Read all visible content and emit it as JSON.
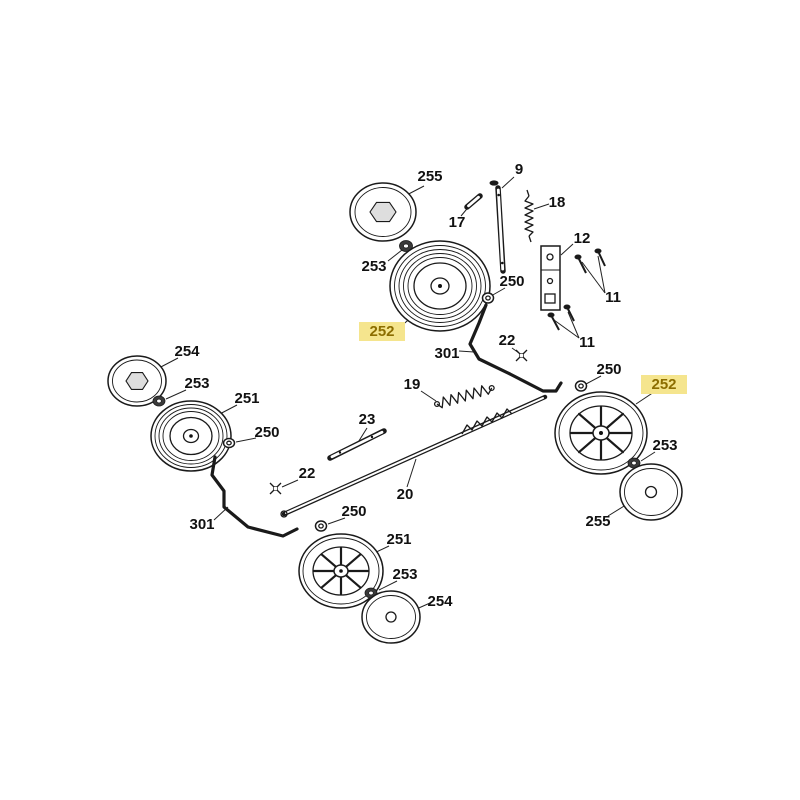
{
  "diagram": {
    "kind": "exploded-parts-diagram",
    "subject": "wheel and axle assembly",
    "background": "#ffffff",
    "line_color": "#1a1a1a",
    "highlight": {
      "bg": "#f5e58e",
      "text": "#8c6d00"
    },
    "labels": [
      {
        "part": "hubcap-top",
        "text": "255",
        "highlighted": false
      },
      {
        "part": "pin-rod",
        "text": "9",
        "highlighted": false
      },
      {
        "part": "small-pin",
        "text": "17",
        "highlighted": false
      },
      {
        "part": "spring-vertical",
        "text": "18",
        "highlighted": false
      },
      {
        "part": "nut-top",
        "text": "253",
        "highlighted": false
      },
      {
        "part": "bracket-plate",
        "text": "12",
        "highlighted": false
      },
      {
        "part": "washer-top",
        "text": "250",
        "highlighted": false
      },
      {
        "part": "screws-upper",
        "text": "11",
        "highlighted": false
      },
      {
        "part": "ribbed-wheel-top",
        "text": "252",
        "highlighted": true
      },
      {
        "part": "axle-upper",
        "text": "301",
        "highlighted": false
      },
      {
        "part": "clip-upper",
        "text": "22",
        "highlighted": false
      },
      {
        "part": "screws-lower",
        "text": "11",
        "highlighted": false
      },
      {
        "part": "hubcap-left",
        "text": "254",
        "highlighted": false
      },
      {
        "part": "nut-left",
        "text": "253",
        "highlighted": false
      },
      {
        "part": "ribbed-wheel-left",
        "text": "251",
        "highlighted": false
      },
      {
        "part": "washer-left",
        "text": "250",
        "highlighted": false
      },
      {
        "part": "washer-right",
        "text": "250",
        "highlighted": false
      },
      {
        "part": "spoked-wheel-right",
        "text": "252",
        "highlighted": true
      },
      {
        "part": "spring-diagonal",
        "text": "19",
        "highlighted": false
      },
      {
        "part": "flat-bar",
        "text": "23",
        "highlighted": false
      },
      {
        "part": "nut-right",
        "text": "253",
        "highlighted": false
      },
      {
        "part": "clip-lower",
        "text": "22",
        "highlighted": false
      },
      {
        "part": "long-axle",
        "text": "20",
        "highlighted": false
      },
      {
        "part": "hubcap-right",
        "text": "255",
        "highlighted": false
      },
      {
        "part": "axle-lower",
        "text": "301",
        "highlighted": false
      },
      {
        "part": "washer-bottom",
        "text": "250",
        "highlighted": false
      },
      {
        "part": "spoked-wheel-bottom",
        "text": "251",
        "highlighted": false
      },
      {
        "part": "nut-bottom",
        "text": "253",
        "highlighted": false
      },
      {
        "part": "hubcap-bottom",
        "text": "254",
        "highlighted": false
      }
    ]
  }
}
